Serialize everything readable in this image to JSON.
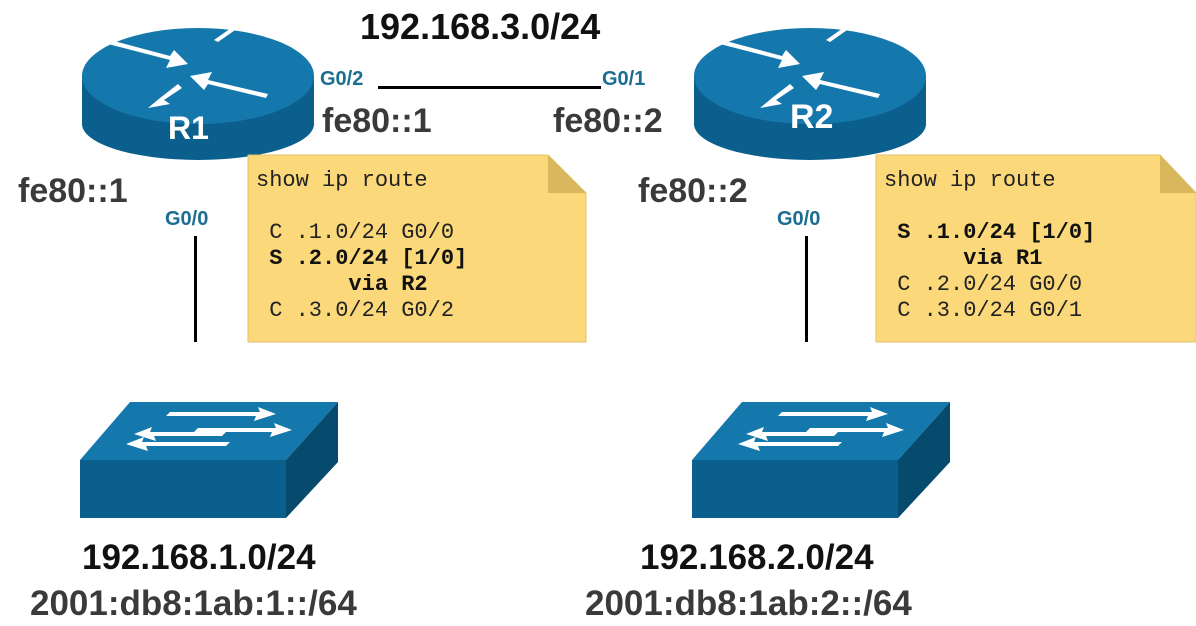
{
  "networks": {
    "top": "192.168.3.0/24",
    "left_v4": "192.168.1.0/24",
    "left_v6": "2001:db8:1ab:1::/64",
    "right_v4": "192.168.2.0/24",
    "right_v6": "2001:db8:1ab:2::/64"
  },
  "routers": {
    "r1": {
      "label": "R1",
      "lan_lla": "fe80::1",
      "wan_lla": "fe80::1",
      "lan_iface": "G0/0",
      "wan_iface": "G0/2"
    },
    "r2": {
      "label": "R2",
      "lan_lla": "fe80::2",
      "wan_lla": "fe80::2",
      "lan_iface": "G0/0",
      "wan_iface": "G0/1"
    }
  },
  "notes": {
    "r1": {
      "command": "show ip route",
      "lines": [
        {
          "text": " C .1.0/24 G0/0",
          "bold": false
        },
        {
          "text": " S .2.0/24 [1/0]",
          "bold": true
        },
        {
          "text": "       via R2",
          "bold": true
        },
        {
          "text": " C .3.0/24 G0/2",
          "bold": false
        }
      ]
    },
    "r2": {
      "command": "show ip route",
      "lines": [
        {
          "text": " S .1.0/24 [1/0]",
          "bold": true
        },
        {
          "text": "      via R1",
          "bold": true
        },
        {
          "text": " C .2.0/24 G0/0",
          "bold": false
        },
        {
          "text": " C .3.0/24 G0/1",
          "bold": false
        }
      ]
    }
  },
  "colors": {
    "device": "#0b5f8d",
    "device_dark": "#064a6e",
    "device_top": "#1578ad",
    "note_fill": "#fbd97a",
    "note_fold": "#d9b75c",
    "iface_text": "#1b6d92"
  }
}
